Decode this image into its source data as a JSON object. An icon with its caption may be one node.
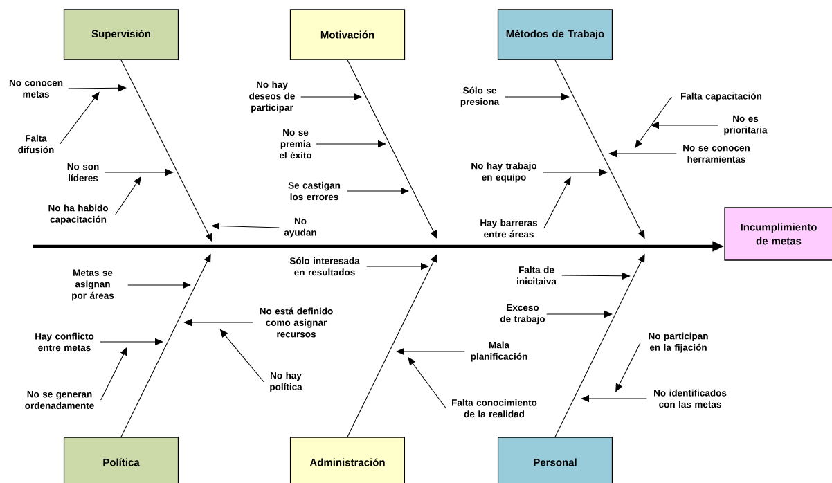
{
  "diagram": {
    "nodes": [
      {
        "text": [
          "Supervisión"
        ]
      },
      {
        "text": [
          "Motivación"
        ]
      },
      {
        "text": [
          "Métodos de Trabajo"
        ]
      },
      {
        "text": [
          "Incumplimiento de metas"
        ]
      },
      {
        "text": [
          "Política"
        ]
      },
      {
        "text": [
          "Administración"
        ]
      },
      {
        "text": [
          "Personal"
        ]
      },
      {
        "text": [
          "No conocen metas"
        ]
      },
      {
        "text": [
          "Falta difusión"
        ]
      },
      {
        "text": [
          "No son líderes"
        ]
      },
      {
        "text": [
          "No ha habido capacitación"
        ]
      },
      {
        "text": [
          "No ayudan"
        ]
      },
      {
        "text": [
          "No hay deseos de participar"
        ]
      },
      {
        "text": [
          "No se premia el éxito"
        ]
      },
      {
        "text": [
          "Se castigan los errores"
        ]
      },
      {
        "text": [
          "Sólo se presiona"
        ]
      },
      {
        "text": [
          "Falta capacitación"
        ]
      },
      {
        "text": [
          "No es prioritaria"
        ]
      },
      {
        "text": [
          "No se conocen herramientas"
        ]
      },
      {
        "text": [
          "No hay trabajo en equipo"
        ]
      },
      {
        "text": [
          "Hay barreras entre áreas"
        ]
      },
      {
        "text": [
          "Metas se asignan por áreas"
        ]
      },
      {
        "text": [
          "No está definido como asignar recursos"
        ]
      },
      {
        "text": [
          "Hay conflicto entre metas"
        ]
      },
      {
        "text": [
          "No se generan ordenadamente"
        ]
      },
      {
        "text": [
          "No hay política"
        ]
      },
      {
        "text": [
          "Sólo interesada en resultados"
        ]
      },
      {
        "text": [
          "Mala planificación"
        ]
      },
      {
        "text": [
          "Falta conocimiento de la realidad"
        ]
      },
      {
        "text": [
          "Falta de inicitaiva"
        ]
      },
      {
        "text": [
          "Exceso de trabajo"
        ]
      },
      {
        "text": [
          "No participan en la fijación"
        ]
      },
      {
        "text": [
          "No identificados con las metas"
        ]
      }
    ],
    "edges": [
      {
        "from": null,
        "to": 3,
        "arrow": "to",
        "style": "thick"
      },
      {
        "from": 0,
        "to": null,
        "arrow": "to"
      },
      {
        "from": 1,
        "to": null,
        "arrow": "to"
      },
      {
        "from": 2,
        "to": null,
        "arrow": "to"
      },
      {
        "from": 4,
        "to": null,
        "arrow": "to"
      },
      {
        "from": 5,
        "to": null,
        "arrow": "to"
      },
      {
        "from": 6,
        "to": null,
        "arrow": "to"
      },
      {
        "from": 7,
        "to": null,
        "arrow": "to"
      },
      {
        "from": 8,
        "to": null,
        "arrow": "to"
      },
      {
        "from": 9,
        "to": null,
        "arrow": "to"
      },
      {
        "from": 10,
        "to": null,
        "arrow": "to"
      },
      {
        "from": 11,
        "to": null,
        "arrow": "to"
      },
      {
        "from": 12,
        "to": null,
        "arrow": "to"
      },
      {
        "from": 13,
        "to": null,
        "arrow": "to"
      },
      {
        "from": 14,
        "to": null,
        "arrow": "to"
      },
      {
        "from": 15,
        "to": null,
        "arrow": "to"
      },
      {
        "from": 16,
        "to": null,
        "arrow": "to"
      },
      {
        "from": 17,
        "to": null,
        "arrow": "to"
      },
      {
        "from": 18,
        "to": null,
        "arrow": "to"
      },
      {
        "from": 19,
        "to": null,
        "arrow": "to"
      },
      {
        "from": 20,
        "to": null,
        "arrow": "to"
      },
      {
        "from": 21,
        "to": null,
        "arrow": "to"
      },
      {
        "from": 22,
        "to": null,
        "arrow": "to"
      },
      {
        "from": 23,
        "to": null,
        "arrow": "to"
      },
      {
        "from": 24,
        "to": null,
        "arrow": "to"
      },
      {
        "from": 25,
        "to": null,
        "arrow": "to"
      },
      {
        "from": 26,
        "to": null,
        "arrow": "to"
      },
      {
        "from": 27,
        "to": null,
        "arrow": "to"
      },
      {
        "from": 28,
        "to": null,
        "arrow": "to"
      },
      {
        "from": 29,
        "to": null,
        "arrow": "to"
      },
      {
        "from": 30,
        "to": null,
        "arrow": "to"
      },
      {
        "from": 31,
        "to": null,
        "arrow": "to"
      },
      {
        "from": 32,
        "to": null,
        "arrow": "to"
      }
    ]
  }
}
